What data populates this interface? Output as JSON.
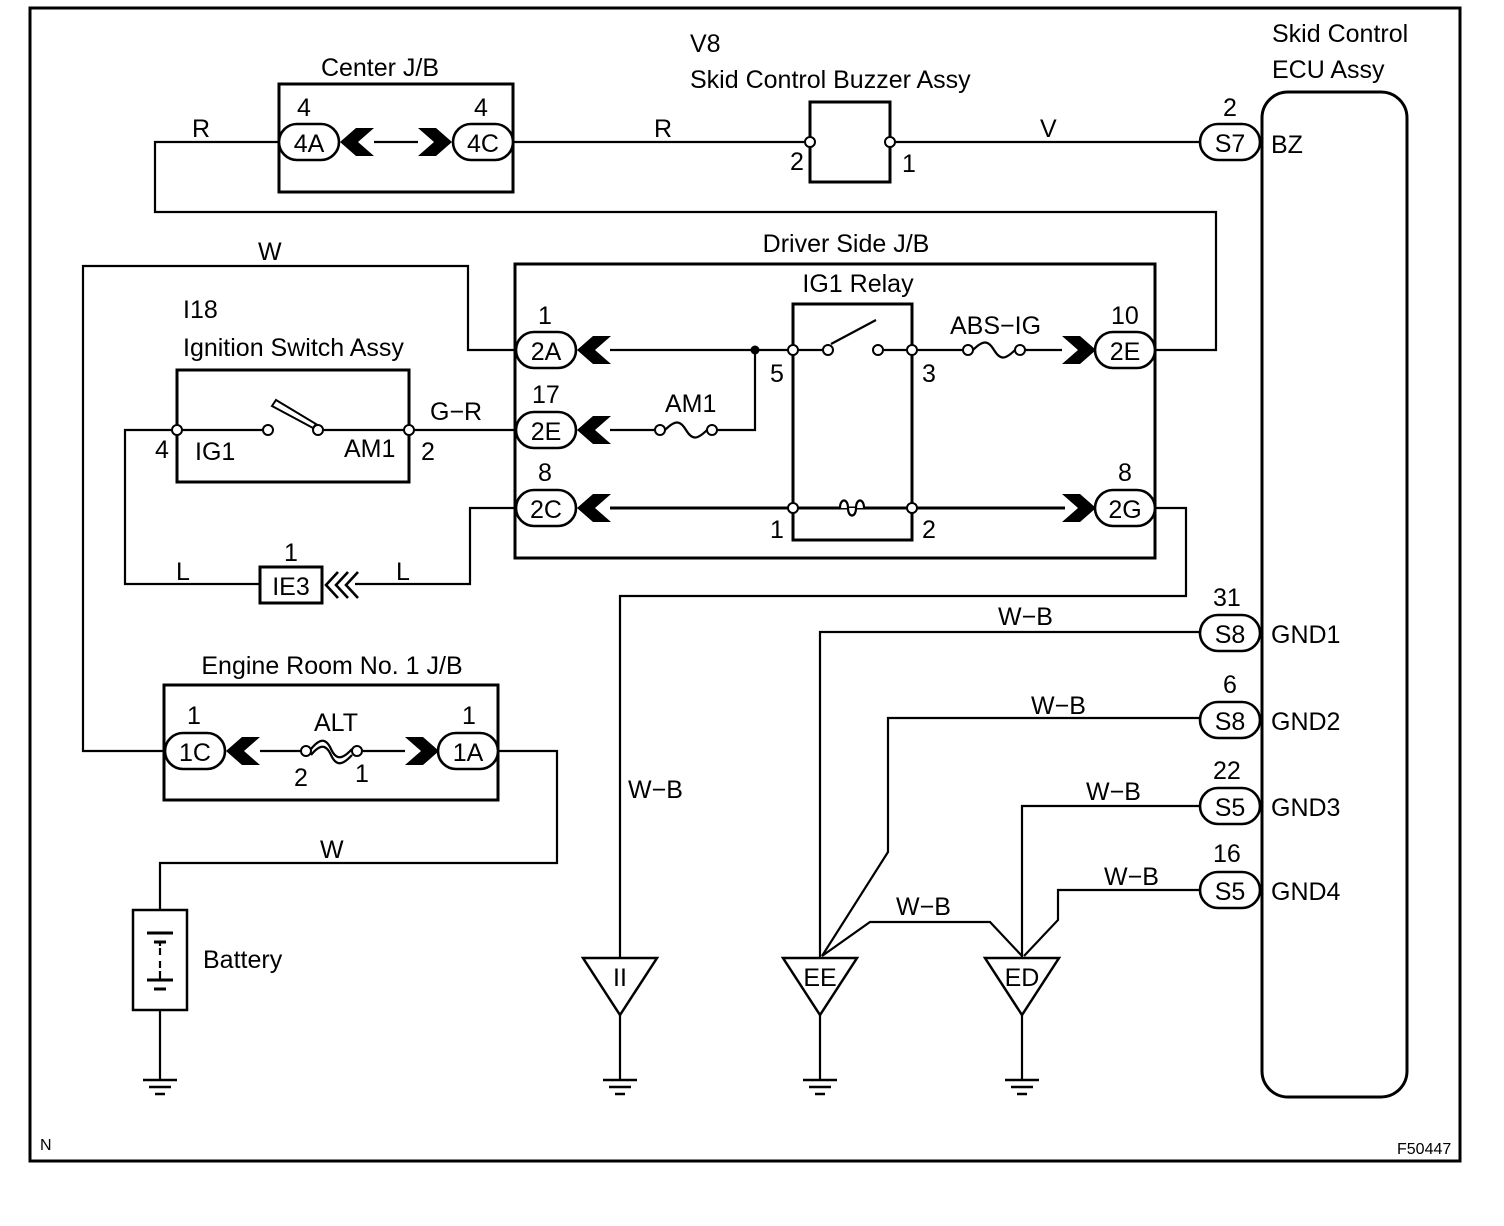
{
  "components": {
    "center_jb": {
      "title": "Center J/B",
      "left": {
        "code": "4A",
        "pin": "4"
      },
      "right": {
        "code": "4C",
        "pin": "4"
      }
    },
    "buzzer": {
      "code": "V8",
      "title": "Skid Control Buzzer Assy",
      "pin_in": "2",
      "pin_out": "1"
    },
    "ecu": {
      "title_line1": "Skid Control",
      "title_line2": "ECU Assy",
      "terminals": [
        {
          "code": "S7",
          "pin": "2",
          "name": "BZ"
        },
        {
          "code": "S8",
          "pin": "31",
          "name": "GND1"
        },
        {
          "code": "S8",
          "pin": "6",
          "name": "GND2"
        },
        {
          "code": "S5",
          "pin": "22",
          "name": "GND3"
        },
        {
          "code": "S5",
          "pin": "16",
          "name": "GND4"
        }
      ]
    },
    "driver_jb": {
      "title": "Driver Side J/B",
      "relay_title": "IG1 Relay",
      "connectors": [
        {
          "code": "2A",
          "pin": "1"
        },
        {
          "code": "2E",
          "pin": "17"
        },
        {
          "code": "2C",
          "pin": "8"
        },
        {
          "code": "2E",
          "pin": "10"
        },
        {
          "code": "2G",
          "pin": "8"
        }
      ],
      "fuse_am1": "AM1",
      "fuse_absig": "ABS−IG",
      "relay_pins": {
        "p5": "5",
        "p3": "3",
        "p1": "1",
        "p2": "2"
      }
    },
    "ignition": {
      "code": "I18",
      "title": "Ignition Switch Assy",
      "term_left": "IG1",
      "term_right": "AM1",
      "pin_left": "4",
      "pin_right": "2"
    },
    "ie3": {
      "code": "IE3",
      "pin": "1"
    },
    "engine_jb": {
      "title": "Engine Room No. 1 J/B",
      "fuse": "ALT",
      "left": {
        "code": "1C",
        "pin": "1"
      },
      "right": {
        "code": "1A",
        "pin": "1"
      },
      "fuse_pin_left": "2",
      "fuse_pin_right": "1"
    },
    "battery": {
      "label": "Battery"
    },
    "grounds": [
      {
        "label": "II"
      },
      {
        "label": "EE"
      },
      {
        "label": "ED"
      }
    ]
  },
  "wires": {
    "r": "R",
    "v": "V",
    "w": "W",
    "gr": "G−R",
    "l": "L",
    "wb": "W−B"
  },
  "footer": {
    "left": "N",
    "right": "F50447"
  }
}
